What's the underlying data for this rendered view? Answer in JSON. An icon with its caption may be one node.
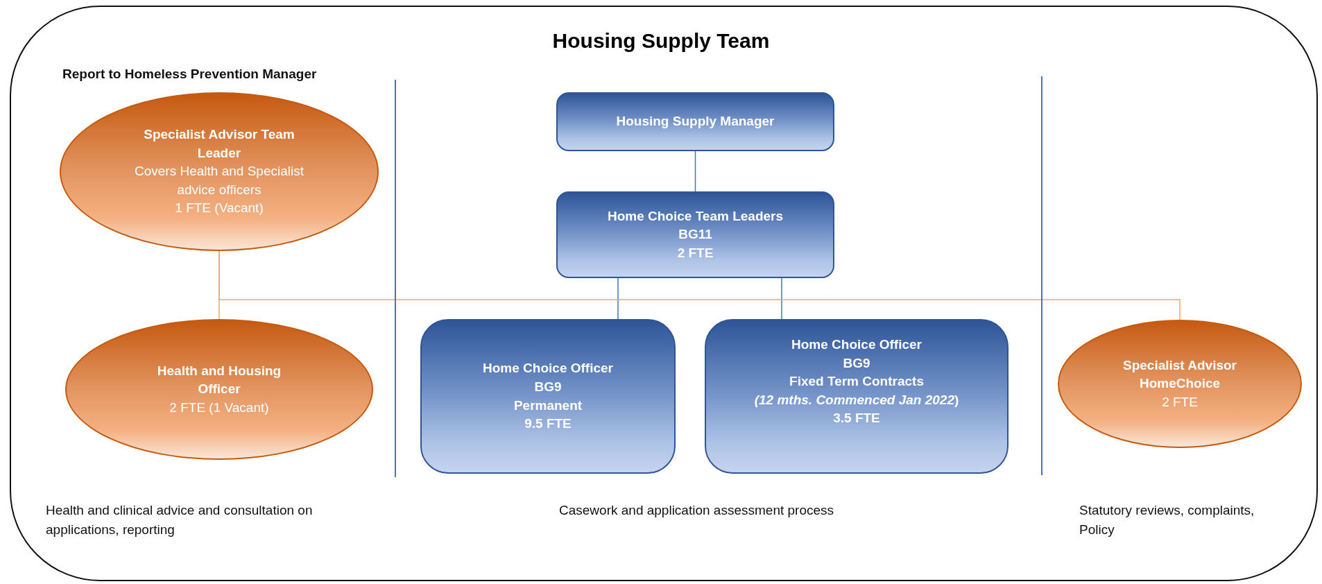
{
  "diagram": {
    "title": "Housing Supply Team",
    "nodes": [
      {
        "text": [
          "Specialist Advisor Team Leader",
          "Covers Health and Specialist advice officers",
          "1 FTE (Vacant)"
        ]
      },
      {
        "text": [
          "Housing Supply Manager"
        ]
      },
      {
        "text": [
          "Home Choice Team Leaders",
          "BG11",
          "2 FTE"
        ]
      },
      {
        "text": [
          "Health and Housing Officer",
          "2 FTE (1 Vacant)"
        ]
      },
      {
        "text": [
          "Home Choice Officer",
          "BG9",
          "Permanent",
          "9.5 FTE"
        ]
      },
      {
        "text": [
          "Home Choice Officer",
          "BG9",
          "Fixed Term Contracts",
          "*(12 mths. Commenced Jan 2022*)",
          "3.5 FTE"
        ]
      },
      {
        "text": [
          "Specialist Advisor HomeChoice",
          "2 FTE"
        ]
      }
    ],
    "edges": [
      {
        "from": 1,
        "to": 2,
        "arrow": "none"
      },
      {
        "from": 2,
        "to": 4,
        "arrow": "none"
      },
      {
        "from": 2,
        "to": 5,
        "arrow": "none"
      },
      {
        "from": 0,
        "to": 3,
        "arrow": "none",
        "color": "#f4a26b"
      },
      {
        "from": 0,
        "to": 6,
        "arrow": "none",
        "color": "#f4a26b"
      }
    ],
    "labels": [
      "Report to Homeless Prevention Manager",
      "Health and clinical advice and consultation on applications, reporting",
      "Casework and application assessment process",
      "Statutory reviews, complaints, Policy"
    ]
  }
}
